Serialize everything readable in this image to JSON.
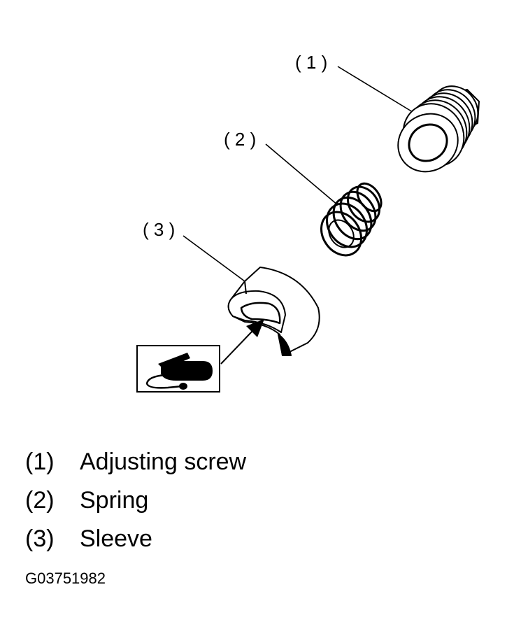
{
  "callouts": [
    {
      "label": "( 1 )"
    },
    {
      "label": "( 2 )"
    },
    {
      "label": "( 3 )"
    }
  ],
  "legend": [
    {
      "number": "(1)",
      "name": "Adjusting screw"
    },
    {
      "number": "(2)",
      "name": "Spring"
    },
    {
      "number": "(3)",
      "name": "Sleeve"
    }
  ],
  "figure_code": "G03751982",
  "icons": {
    "grease": "grease-gun-icon"
  }
}
